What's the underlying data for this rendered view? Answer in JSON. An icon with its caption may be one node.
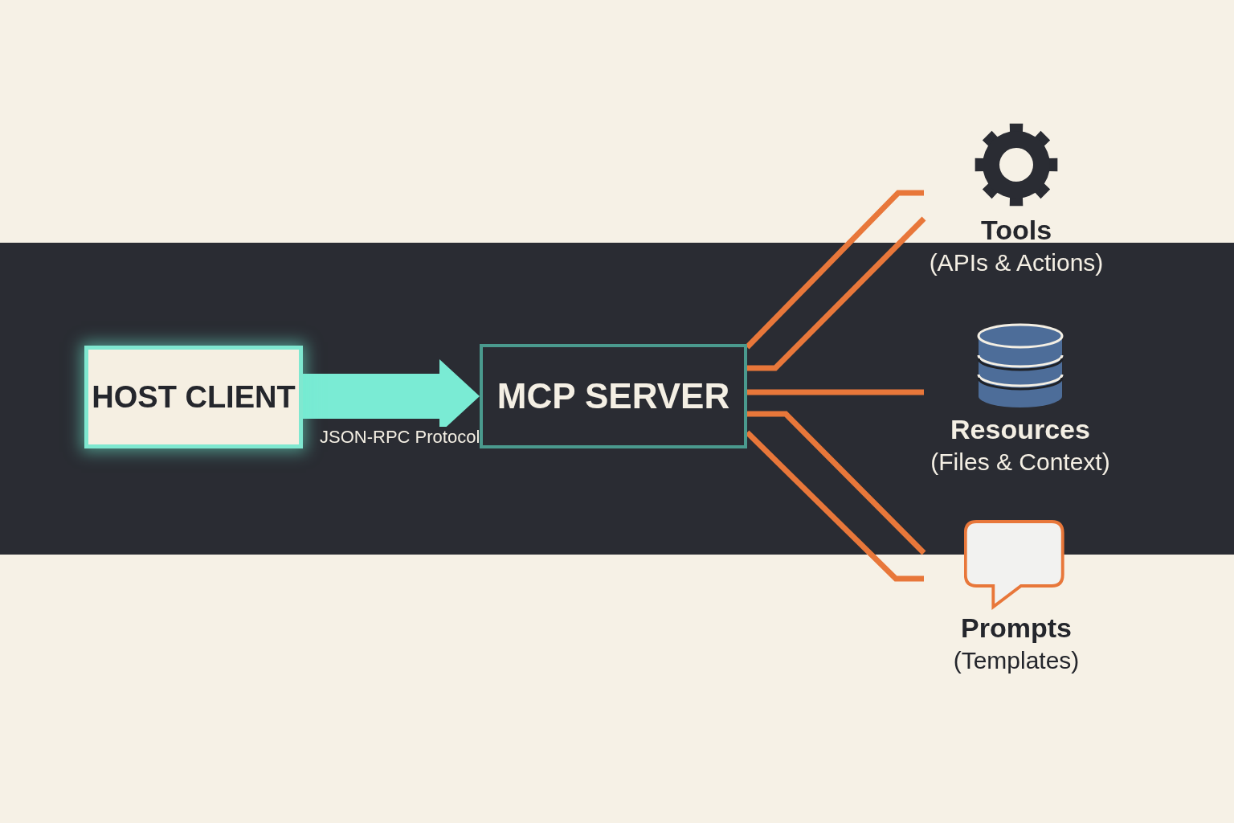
{
  "diagram": {
    "nodes": [
      {
        "text": [
          "HOST CLIENT"
        ]
      },
      {
        "text": [
          "MCP SERVER"
        ]
      },
      {
        "text": [
          "Tools",
          "(APIs & Actions)"
        ]
      },
      {
        "text": [
          "Resources",
          "(Files & Context)"
        ]
      },
      {
        "text": [
          "Prompts",
          "(Templates)"
        ]
      }
    ],
    "edges": [
      {
        "from": 0,
        "to": 1,
        "arrow": "to",
        "label": "JSON-RPC Protocol",
        "style": "thick",
        "color": "#7aebd4"
      },
      {
        "from": 1,
        "to": 2,
        "arrow": "none"
      },
      {
        "from": 1,
        "to": 2,
        "arrow": "none"
      },
      {
        "from": 1,
        "to": 3,
        "arrow": "none"
      },
      {
        "from": 1,
        "to": 4,
        "arrow": "none"
      },
      {
        "from": 1,
        "to": 4,
        "arrow": "none"
      }
    ]
  }
}
